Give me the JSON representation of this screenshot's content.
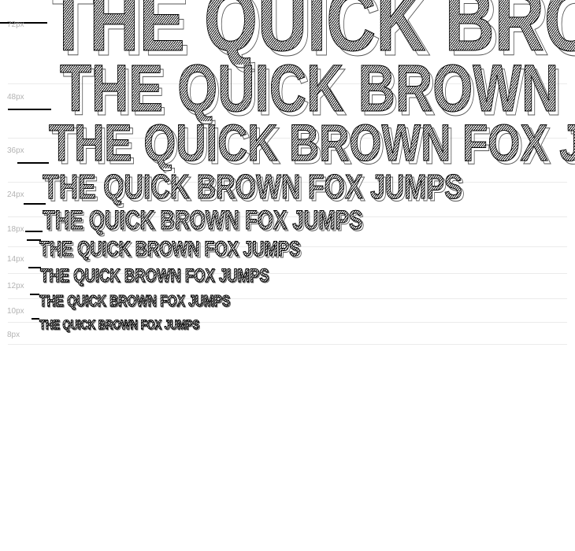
{
  "sample_text": "The quick brown fox jumps",
  "rows": [
    {
      "size_label": "72px"
    },
    {
      "size_label": "48px"
    },
    {
      "size_label": "36px"
    },
    {
      "size_label": "24px"
    },
    {
      "size_label": "18px"
    },
    {
      "size_label": "14px"
    },
    {
      "size_label": "12px"
    },
    {
      "size_label": "10px"
    },
    {
      "size_label": "8px"
    }
  ],
  "colors": {
    "glyph_ink": "#111111",
    "rule": "#ebebeb",
    "label": "#b3b3b3"
  }
}
